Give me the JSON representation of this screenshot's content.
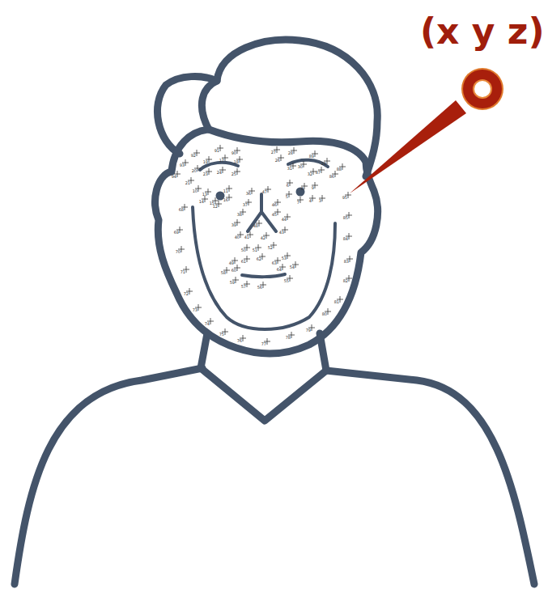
{
  "diagram": {
    "labels": [
      "(x y z)",
      "91",
      "90",
      "27",
      "28",
      "92",
      "19",
      "17",
      "18",
      "26",
      "89",
      "93",
      "20",
      "23",
      "24",
      "25",
      "31",
      "30",
      "29",
      "87",
      "88",
      "94",
      "21",
      "86",
      "32",
      "6",
      "8",
      "9",
      "11",
      "13",
      "10",
      "47",
      "36",
      "16",
      "15",
      "12",
      "14",
      "5",
      "7",
      "4",
      "3",
      "95",
      "37",
      "46",
      "68",
      "38",
      "45",
      "44",
      "39",
      "48",
      "85",
      "69",
      "40",
      "41",
      "42",
      "43",
      "84",
      "50",
      "51",
      "52",
      "70",
      "61",
      "62",
      "53",
      "49",
      "63",
      "83",
      "60",
      "58",
      "64",
      "54",
      "71",
      "59",
      "55",
      "57",
      "56",
      "82",
      "72",
      "81",
      "73",
      "80",
      "74",
      "79",
      "75",
      "78",
      "76",
      "77"
    ]
  }
}
